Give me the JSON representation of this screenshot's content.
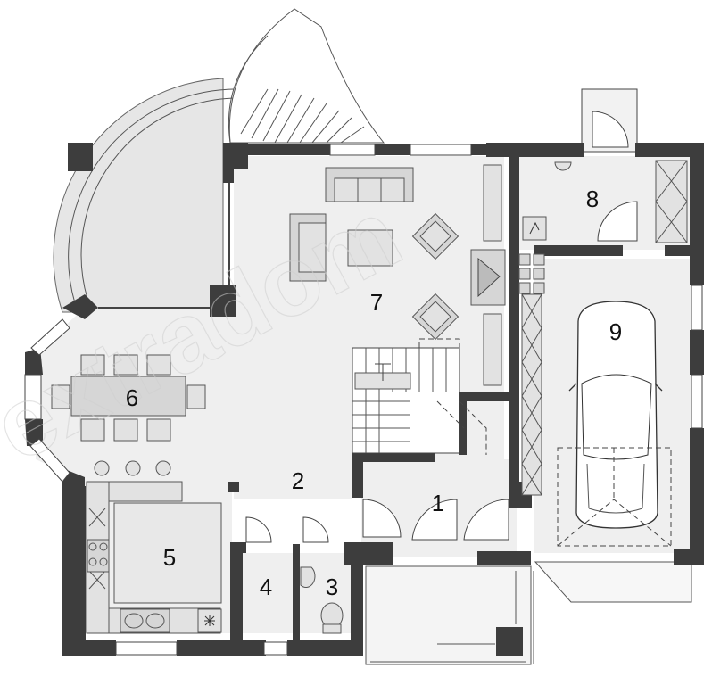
{
  "rooms": [
    {
      "id": "hall",
      "number": "1"
    },
    {
      "id": "corridor",
      "number": "2"
    },
    {
      "id": "wc",
      "number": "3"
    },
    {
      "id": "utility",
      "number": "4"
    },
    {
      "id": "kitchen",
      "number": "5"
    },
    {
      "id": "dining",
      "number": "6"
    },
    {
      "id": "living",
      "number": "7"
    },
    {
      "id": "boiler",
      "number": "8"
    },
    {
      "id": "garage",
      "number": "9"
    }
  ],
  "watermark": "extradom",
  "colors": {
    "wall": "#3d3d3d",
    "floor": "#efefef",
    "furniture": "#d6d6d6",
    "background": "#ffffff"
  },
  "icons": [
    "car-icon",
    "sofa-icon",
    "dining-table-icon",
    "stairs-icon",
    "fireplace-icon",
    "toilet-icon",
    "sink-icon",
    "stove-icon"
  ]
}
